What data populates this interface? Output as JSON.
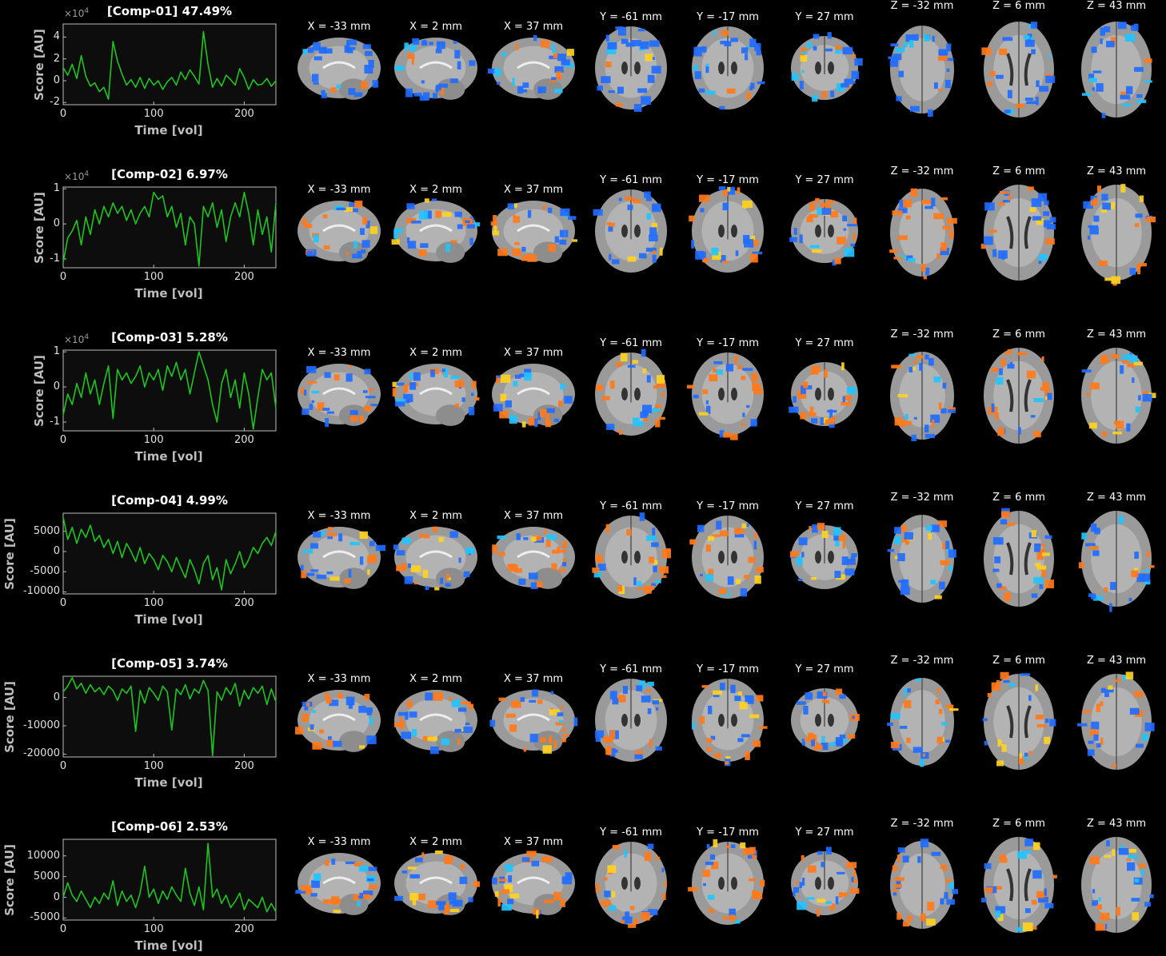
{
  "colors": {
    "background": "#000000",
    "trace": "#1fc51f",
    "plot_bg": "#0d0d0d",
    "axis": "#bdbdbd",
    "positive_map": "#ff7a1a",
    "positive_peak": "#ffd21f",
    "negative_map": "#1f6dff",
    "negative_peak": "#22c4ff",
    "brain": "#9a9a9a"
  },
  "slice_labels": [
    "X = -33 mm",
    "X = 2 mm",
    "X = 37 mm",
    "Y = -61 mm",
    "Y = -17 mm",
    "Y = 27 mm",
    "Z = -32 mm",
    "Z = 6 mm",
    "Z = 43 mm"
  ],
  "slice_views": [
    "sagittal",
    "sagittal",
    "sagittal",
    "coronal",
    "coronal",
    "coronal",
    "axial",
    "axial",
    "axial"
  ],
  "chart_data": [
    {
      "type": "line",
      "title": "[Comp-01] 47.49%",
      "xlabel": "Time [vol]",
      "ylabel": "Score [AU]",
      "multiplier": "×10",
      "multiplier_exp": "4",
      "xlim": [
        0,
        235
      ],
      "ylim": [
        -2.2,
        5.2
      ],
      "xticks": [
        0,
        100,
        200
      ],
      "yticks": [
        -2,
        0,
        2,
        4
      ],
      "yticklabels": [
        "-2",
        "0",
        "2",
        "4"
      ],
      "points_x": [
        0,
        5,
        10,
        15,
        20,
        25,
        30,
        35,
        40,
        45,
        50,
        55,
        60,
        65,
        70,
        75,
        80,
        85,
        90,
        95,
        100,
        105,
        110,
        115,
        120,
        125,
        130,
        135,
        140,
        145,
        150,
        155,
        160,
        165,
        170,
        175,
        180,
        185,
        190,
        195,
        200,
        205,
        210,
        215,
        220,
        225,
        230,
        235
      ],
      "points_y": [
        1.2,
        0.5,
        1.5,
        0.2,
        2.3,
        0.4,
        -0.5,
        -0.2,
        -1.0,
        -0.6,
        -1.7,
        3.6,
        1.8,
        0.6,
        -0.4,
        0.1,
        -0.6,
        0.3,
        -0.7,
        0.2,
        -0.4,
        0.0,
        -0.8,
        -0.1,
        0.3,
        -0.4,
        0.8,
        0.1,
        1.0,
        0.4,
        -0.3,
        4.5,
        1.5,
        -0.6,
        0.2,
        -0.5,
        0.5,
        0.1,
        -0.4,
        1.1,
        0.3,
        -0.8,
        0.1,
        -0.4,
        -0.3,
        0.2,
        -0.5,
        0.0
      ]
    },
    {
      "type": "line",
      "title": "[Comp-02] 6.97%",
      "xlabel": "Time [vol]",
      "ylabel": "Score [AU]",
      "multiplier": "×10",
      "multiplier_exp": "4",
      "xlim": [
        0,
        235
      ],
      "ylim": [
        -1.25,
        1.05
      ],
      "xticks": [
        0,
        100,
        200
      ],
      "yticks": [
        -1,
        0,
        1
      ],
      "yticklabels": [
        "-1",
        "0",
        "1"
      ],
      "points_x": [
        0,
        5,
        10,
        15,
        20,
        25,
        30,
        35,
        40,
        45,
        50,
        55,
        60,
        65,
        70,
        75,
        80,
        85,
        90,
        95,
        100,
        105,
        110,
        115,
        120,
        125,
        130,
        135,
        140,
        145,
        150,
        155,
        160,
        165,
        170,
        175,
        180,
        185,
        190,
        195,
        200,
        205,
        210,
        215,
        220,
        225,
        230,
        235
      ],
      "points_y": [
        -1.1,
        -0.4,
        -0.2,
        0.1,
        -0.6,
        0.2,
        -0.3,
        0.4,
        0.0,
        0.5,
        0.2,
        0.6,
        0.3,
        0.5,
        0.1,
        0.4,
        0.0,
        0.3,
        0.5,
        0.2,
        0.9,
        0.7,
        0.8,
        0.2,
        0.5,
        -0.1,
        0.3,
        -0.6,
        0.2,
        0.0,
        -1.2,
        0.5,
        0.2,
        0.6,
        -0.1,
        0.4,
        -0.5,
        0.2,
        0.6,
        0.2,
        0.9,
        0.3,
        -0.6,
        0.4,
        -0.3,
        0.2,
        -0.8,
        0.6
      ]
    },
    {
      "type": "line",
      "title": "[Comp-03] 5.28%",
      "xlabel": "Time [vol]",
      "ylabel": "Score [AU]",
      "multiplier": "×10",
      "multiplier_exp": "4",
      "xlim": [
        0,
        235
      ],
      "ylim": [
        -1.25,
        1.05
      ],
      "xticks": [
        0,
        100,
        200
      ],
      "yticks": [
        -1,
        0,
        1
      ],
      "yticklabels": [
        "-1",
        "0",
        "1"
      ],
      "points_x": [
        0,
        5,
        10,
        15,
        20,
        25,
        30,
        35,
        40,
        45,
        50,
        55,
        60,
        65,
        70,
        75,
        80,
        85,
        90,
        95,
        100,
        105,
        110,
        115,
        120,
        125,
        130,
        135,
        140,
        145,
        150,
        155,
        160,
        165,
        170,
        175,
        180,
        185,
        190,
        195,
        200,
        205,
        210,
        215,
        220,
        225,
        230,
        235
      ],
      "points_y": [
        -0.8,
        -0.2,
        -0.5,
        0.1,
        -0.3,
        0.4,
        -0.2,
        0.2,
        -0.5,
        0.1,
        0.6,
        -0.9,
        0.5,
        0.2,
        0.4,
        0.1,
        0.3,
        0.6,
        0.0,
        0.4,
        0.2,
        0.5,
        -0.1,
        0.6,
        0.3,
        0.7,
        0.2,
        0.5,
        -0.2,
        0.4,
        1.0,
        0.6,
        0.2,
        -0.5,
        -1.0,
        0.1,
        0.5,
        -0.3,
        0.2,
        -0.6,
        0.4,
        -0.2,
        -1.2,
        -0.3,
        0.5,
        0.2,
        0.4,
        -0.6
      ]
    },
    {
      "type": "line",
      "title": "[Comp-04] 4.99%",
      "xlabel": "Time [vol]",
      "ylabel": "Score [AU]",
      "xlim": [
        0,
        235
      ],
      "ylim": [
        -10500,
        9500
      ],
      "xticks": [
        0,
        100,
        200
      ],
      "yticks": [
        -10000,
        -5000,
        0,
        5000
      ],
      "yticklabels": [
        "-10000",
        "-5000",
        "0",
        "5000"
      ],
      "points_x": [
        0,
        5,
        10,
        15,
        20,
        25,
        30,
        35,
        40,
        45,
        50,
        55,
        60,
        65,
        70,
        75,
        80,
        85,
        90,
        95,
        100,
        105,
        110,
        115,
        120,
        125,
        130,
        135,
        140,
        145,
        150,
        155,
        160,
        165,
        170,
        175,
        180,
        185,
        190,
        195,
        200,
        205,
        210,
        215,
        220,
        225,
        230,
        235
      ],
      "points_y": [
        8500,
        3000,
        6000,
        2000,
        5500,
        3500,
        6500,
        2500,
        4000,
        1000,
        3000,
        -500,
        2500,
        -1500,
        2000,
        0,
        -2500,
        1000,
        -3000,
        -500,
        -2000,
        -4500,
        -1000,
        -2500,
        -5000,
        -1500,
        -4000,
        -6500,
        -2000,
        -4500,
        -8000,
        -3000,
        -1000,
        -7000,
        -4000,
        -9500,
        -2000,
        -5500,
        -3000,
        0,
        -4000,
        -2000,
        1000,
        -500,
        2000,
        3500,
        1500,
        5000
      ]
    },
    {
      "type": "line",
      "title": "[Comp-05] 3.74%",
      "xlabel": "Time [vol]",
      "ylabel": "Score [AU]",
      "xlim": [
        0,
        235
      ],
      "ylim": [
        -21000,
        7500
      ],
      "xticks": [
        0,
        100,
        200
      ],
      "yticks": [
        -20000,
        -10000,
        0
      ],
      "yticklabels": [
        "-20000",
        "-10000",
        "0"
      ],
      "points_x": [
        0,
        5,
        10,
        15,
        20,
        25,
        30,
        35,
        40,
        45,
        50,
        55,
        60,
        65,
        70,
        75,
        80,
        85,
        90,
        95,
        100,
        105,
        110,
        115,
        120,
        125,
        130,
        135,
        140,
        145,
        150,
        155,
        160,
        165,
        170,
        175,
        180,
        185,
        190,
        195,
        200,
        205,
        210,
        215,
        220,
        225,
        230,
        235
      ],
      "points_y": [
        2000,
        4000,
        7000,
        3000,
        5000,
        1500,
        4500,
        2000,
        3500,
        1000,
        4000,
        2500,
        -1000,
        3000,
        1500,
        4000,
        -12000,
        2500,
        -2000,
        3500,
        1500,
        -1000,
        4000,
        2000,
        -11500,
        3000,
        1000,
        4500,
        -500,
        3000,
        1500,
        6000,
        2500,
        -20500,
        2000,
        -1000,
        3500,
        1000,
        5000,
        -3000,
        2500,
        -500,
        3500,
        1500,
        4000,
        -2500,
        3000,
        -1500
      ]
    },
    {
      "type": "line",
      "title": "[Comp-06] 2.53%",
      "xlabel": "Time [vol]",
      "ylabel": "Score [AU]",
      "xlim": [
        0,
        235
      ],
      "ylim": [
        -5500,
        14000
      ],
      "xticks": [
        0,
        100,
        200
      ],
      "yticks": [
        -5000,
        0,
        5000,
        10000
      ],
      "yticklabels": [
        "-5000",
        "0",
        "5000",
        "10000"
      ],
      "points_x": [
        0,
        5,
        10,
        15,
        20,
        25,
        30,
        35,
        40,
        45,
        50,
        55,
        60,
        65,
        70,
        75,
        80,
        85,
        90,
        95,
        100,
        105,
        110,
        115,
        120,
        125,
        130,
        135,
        140,
        145,
        150,
        155,
        160,
        165,
        170,
        175,
        180,
        185,
        190,
        195,
        200,
        205,
        210,
        215,
        220,
        225,
        230,
        235
      ],
      "points_y": [
        0,
        3500,
        500,
        -1000,
        1500,
        -500,
        -2500,
        0,
        -1500,
        1000,
        -500,
        4000,
        -2000,
        1500,
        -1000,
        500,
        -2500,
        1000,
        7500,
        0,
        2000,
        -1500,
        1500,
        -500,
        2500,
        500,
        -1000,
        7000,
        1000,
        -2000,
        2500,
        -3000,
        13000,
        0,
        2000,
        -1500,
        500,
        -2500,
        -1000,
        1000,
        -3000,
        -500,
        -1500,
        -2500,
        0,
        -3500,
        -1500,
        -3500
      ]
    }
  ]
}
